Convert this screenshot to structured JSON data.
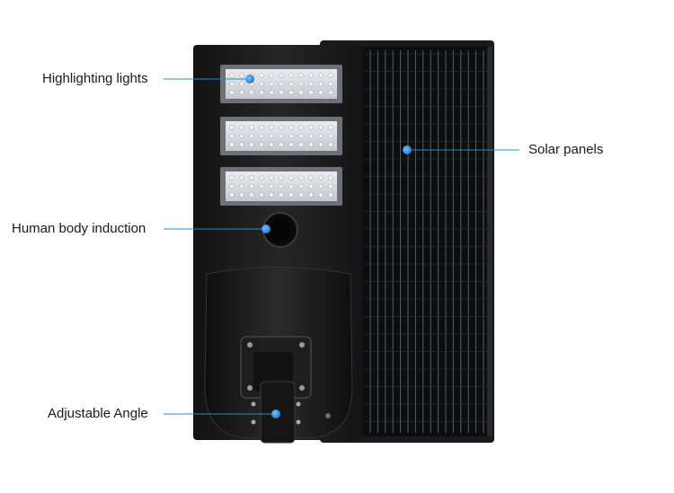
{
  "callouts": {
    "highlighting_lights": "Highlighting lights",
    "human_body_induction": "Human body induction",
    "adjustable_angle": "Adjustable Angle",
    "solar_panels": "Solar panels"
  },
  "colors": {
    "callout_line": "#1d8fd6",
    "callout_dot": "#1f86e0",
    "housing": "#1b1b1b",
    "panel": "#111214",
    "led_module": "#d9dde2"
  }
}
